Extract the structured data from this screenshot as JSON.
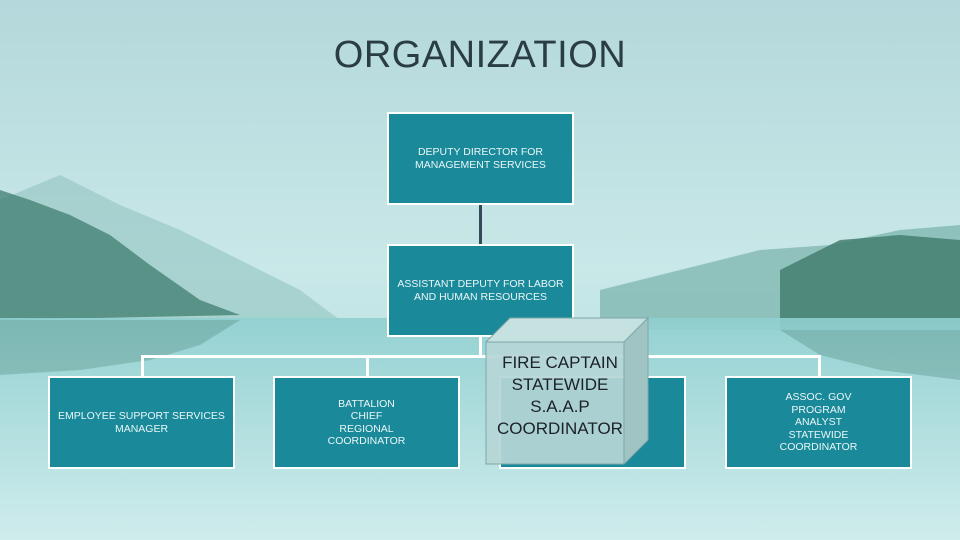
{
  "slide": {
    "title": "ORGANIZATION"
  },
  "org_chart": {
    "top": {
      "line1": "DEPUTY DIRECTOR FOR",
      "line2": "MANAGEMENT SERVICES"
    },
    "middle": {
      "line1": "ASSISTANT DEPUTY FOR LABOR",
      "line2": "AND HUMAN RESOURCES"
    },
    "employee_support": {
      "line1": "EMPLOYEE SUPPORT SERVICES",
      "line2": "MANAGER"
    },
    "battalion": {
      "line1": "BATTALION",
      "line2": "CHIEF",
      "line3": "REGIONAL",
      "line4": "COORDINATOR"
    },
    "callout": {
      "line1": "FIRE CAPTAIN",
      "line2": "STATEWIDE",
      "line3": "S.A.A.P",
      "line4": "COORDINATOR"
    },
    "assoc_gov": {
      "line1": "ASSOC. GOV",
      "line2": "PROGRAM",
      "line3": "ANALYST",
      "line4": "STATEWIDE",
      "line5": "COORDINATOR"
    }
  },
  "colors": {
    "box_fill": "#1a8a9a",
    "box_border": "#ffffff",
    "title_text": "#2a3c44"
  }
}
